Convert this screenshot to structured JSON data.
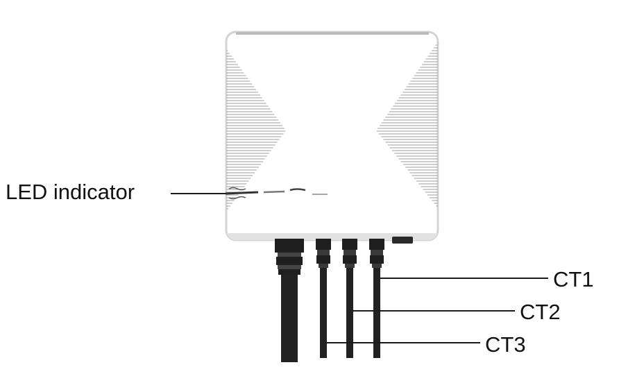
{
  "labels": {
    "led_indicator": "LED indicator",
    "ct1": "CT1",
    "ct2": "CT2",
    "ct3": "CT3"
  },
  "colors": {
    "line": "#1a1a1a",
    "cable": "#222222",
    "device_edge": "#cfcfcf",
    "hatch": "#9a9a9a",
    "background": "#ffffff"
  }
}
